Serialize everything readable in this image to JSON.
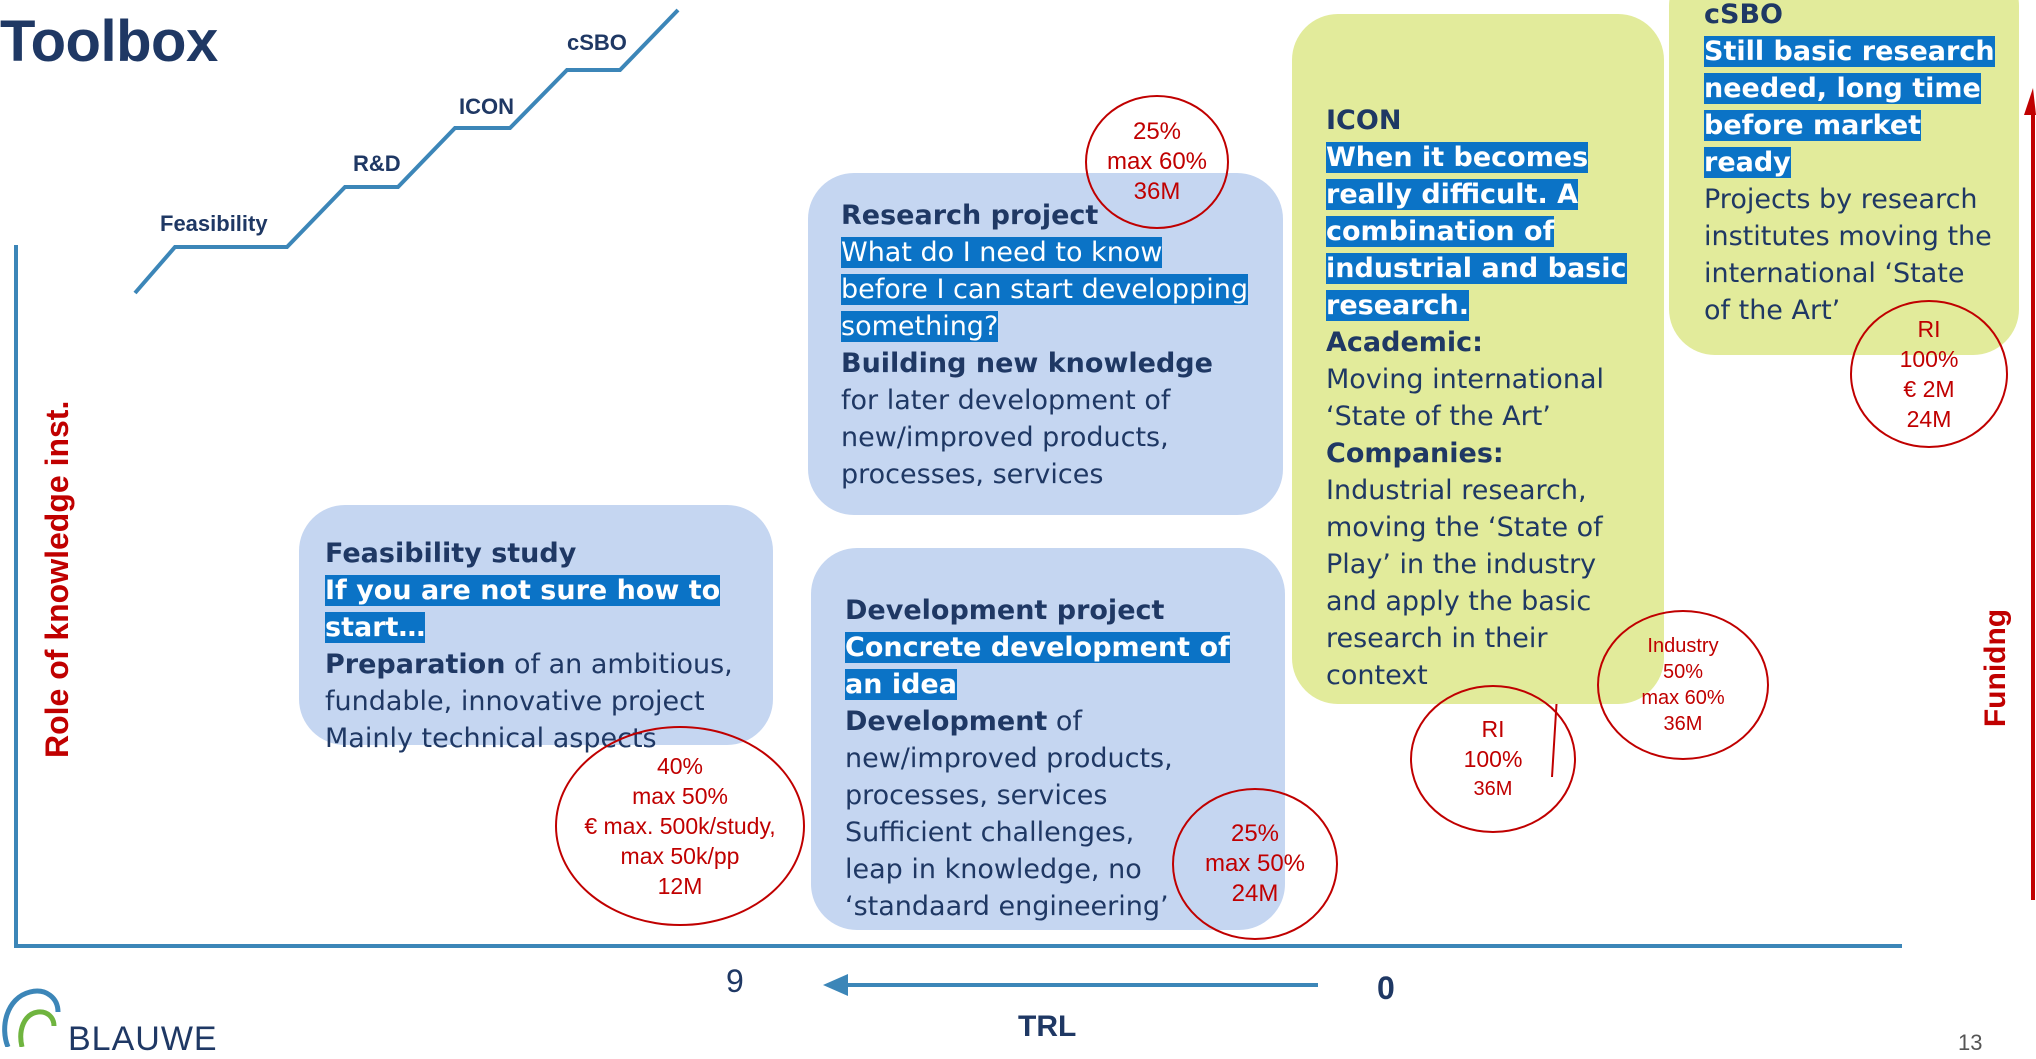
{
  "title": "Toolbox",
  "staircase": {
    "steps": [
      "Feasibility",
      "R&D",
      "ICON",
      "cSBO"
    ]
  },
  "axes": {
    "y_label": "Role of knowledge inst.",
    "x_label": "TRL",
    "trl_high": "9",
    "trl_low": "0",
    "right_label": "Funidng"
  },
  "feasibility": {
    "heading": "Feasibility study",
    "highlight": "If you are not sure how to start…",
    "body_bold": "Preparation",
    "body_rest": " of an ambitious, fundable, innovative project",
    "body_line2": "Mainly technical aspects",
    "badge": [
      "40%",
      "max 50%",
      "€ max. 500k/study,",
      "max 50k/pp",
      "12M"
    ]
  },
  "research": {
    "heading": "Research project",
    "highlight": "What do I need to know before I can start developping something?",
    "body_bold": "Building new knowledge",
    "body_rest": " for later development of new/improved products, processes, services",
    "badge": [
      "25%",
      "max 60%",
      "36M"
    ]
  },
  "development": {
    "heading": "Development project",
    "highlight": "Concrete development of an idea",
    "body_bold": "Development",
    "body_rest": " of new/improved products, processes, services",
    "body_line2": "Sufficient challenges, leap in knowledge, no ‘standaard engineering’",
    "badge": [
      "25%",
      "max 50%",
      "24M"
    ]
  },
  "icon": {
    "heading": "ICON",
    "highlight": "When it becomes really difficult. A combination of industrial and basic research.",
    "academic_label": "Academic:",
    "academic_text": "Moving international ‘State of the Art’",
    "companies_label": "Companies:",
    "companies_text": "Industrial research, moving the ‘State of Play’ in the industry and apply the basic research in their context",
    "badge_ri": [
      "RI",
      "100%",
      "36M"
    ],
    "badge_industry": [
      "Industry",
      "50%",
      "max 60%",
      "36M"
    ]
  },
  "csbo": {
    "heading": "cSBO",
    "highlight": "Still basic research needed, long time before market ready",
    "body": "Projects by research institutes moving the international ‘State of the Art’",
    "badge": [
      "RI",
      "100%",
      "€ 2M",
      "24M"
    ]
  },
  "logo_text": "BLAUWE",
  "page_number": "13",
  "colors": {
    "navy": "#1f3864",
    "steel": "#3c86b8",
    "red": "#c00000",
    "box_blue": "#c5d6f1",
    "box_green": "#e2eb9b",
    "highlight": "#0b73c6"
  }
}
